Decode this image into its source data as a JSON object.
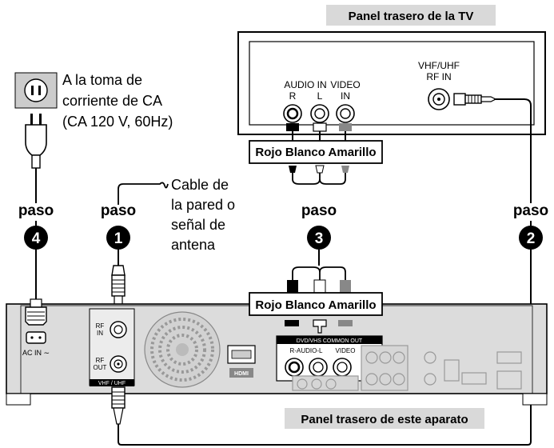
{
  "tv_panel_label": "Panel trasero de la TV",
  "unit_panel_label": "Panel trasero de este aparato",
  "outlet_text": [
    "A la toma de",
    "corriente de CA",
    "(CA 120 V, 60Hz)"
  ],
  "wall_cable_text": [
    "Cable de",
    "la pared o",
    "señal de",
    "antena"
  ],
  "steps": {
    "word": "paso",
    "step1": "1",
    "step2": "2",
    "step3": "3",
    "step4": "4"
  },
  "tv": {
    "audio_in": "AUDIO IN",
    "audio_r": "R",
    "audio_l": "L",
    "video_in_top": "VIDEO",
    "video_in_bottom": "IN",
    "rf_in_top": "VHF/UHF",
    "rf_in_bottom": "RF IN"
  },
  "cable_colors_top": "Rojo Blanco Amarillo",
  "cable_colors_bottom": "Rojo Blanco Amarillo",
  "unit": {
    "rf_in": [
      "RF",
      "IN"
    ],
    "rf_out": [
      "RF",
      "OUT"
    ],
    "vhf_uhf": "VHF / UHF",
    "ac_in": "AC IN ∼",
    "common_out": "DVD/VHS COMMON OUT",
    "r_audio_l": "R-AUDIO-L",
    "video": "VIDEO",
    "hdmi_logo": "HDMI"
  },
  "colors": {
    "tv_panel_bg": "#d9d9d9",
    "unit_panel_bg": "#dcdcdc",
    "black": "#000000",
    "gray": "#777777"
  }
}
